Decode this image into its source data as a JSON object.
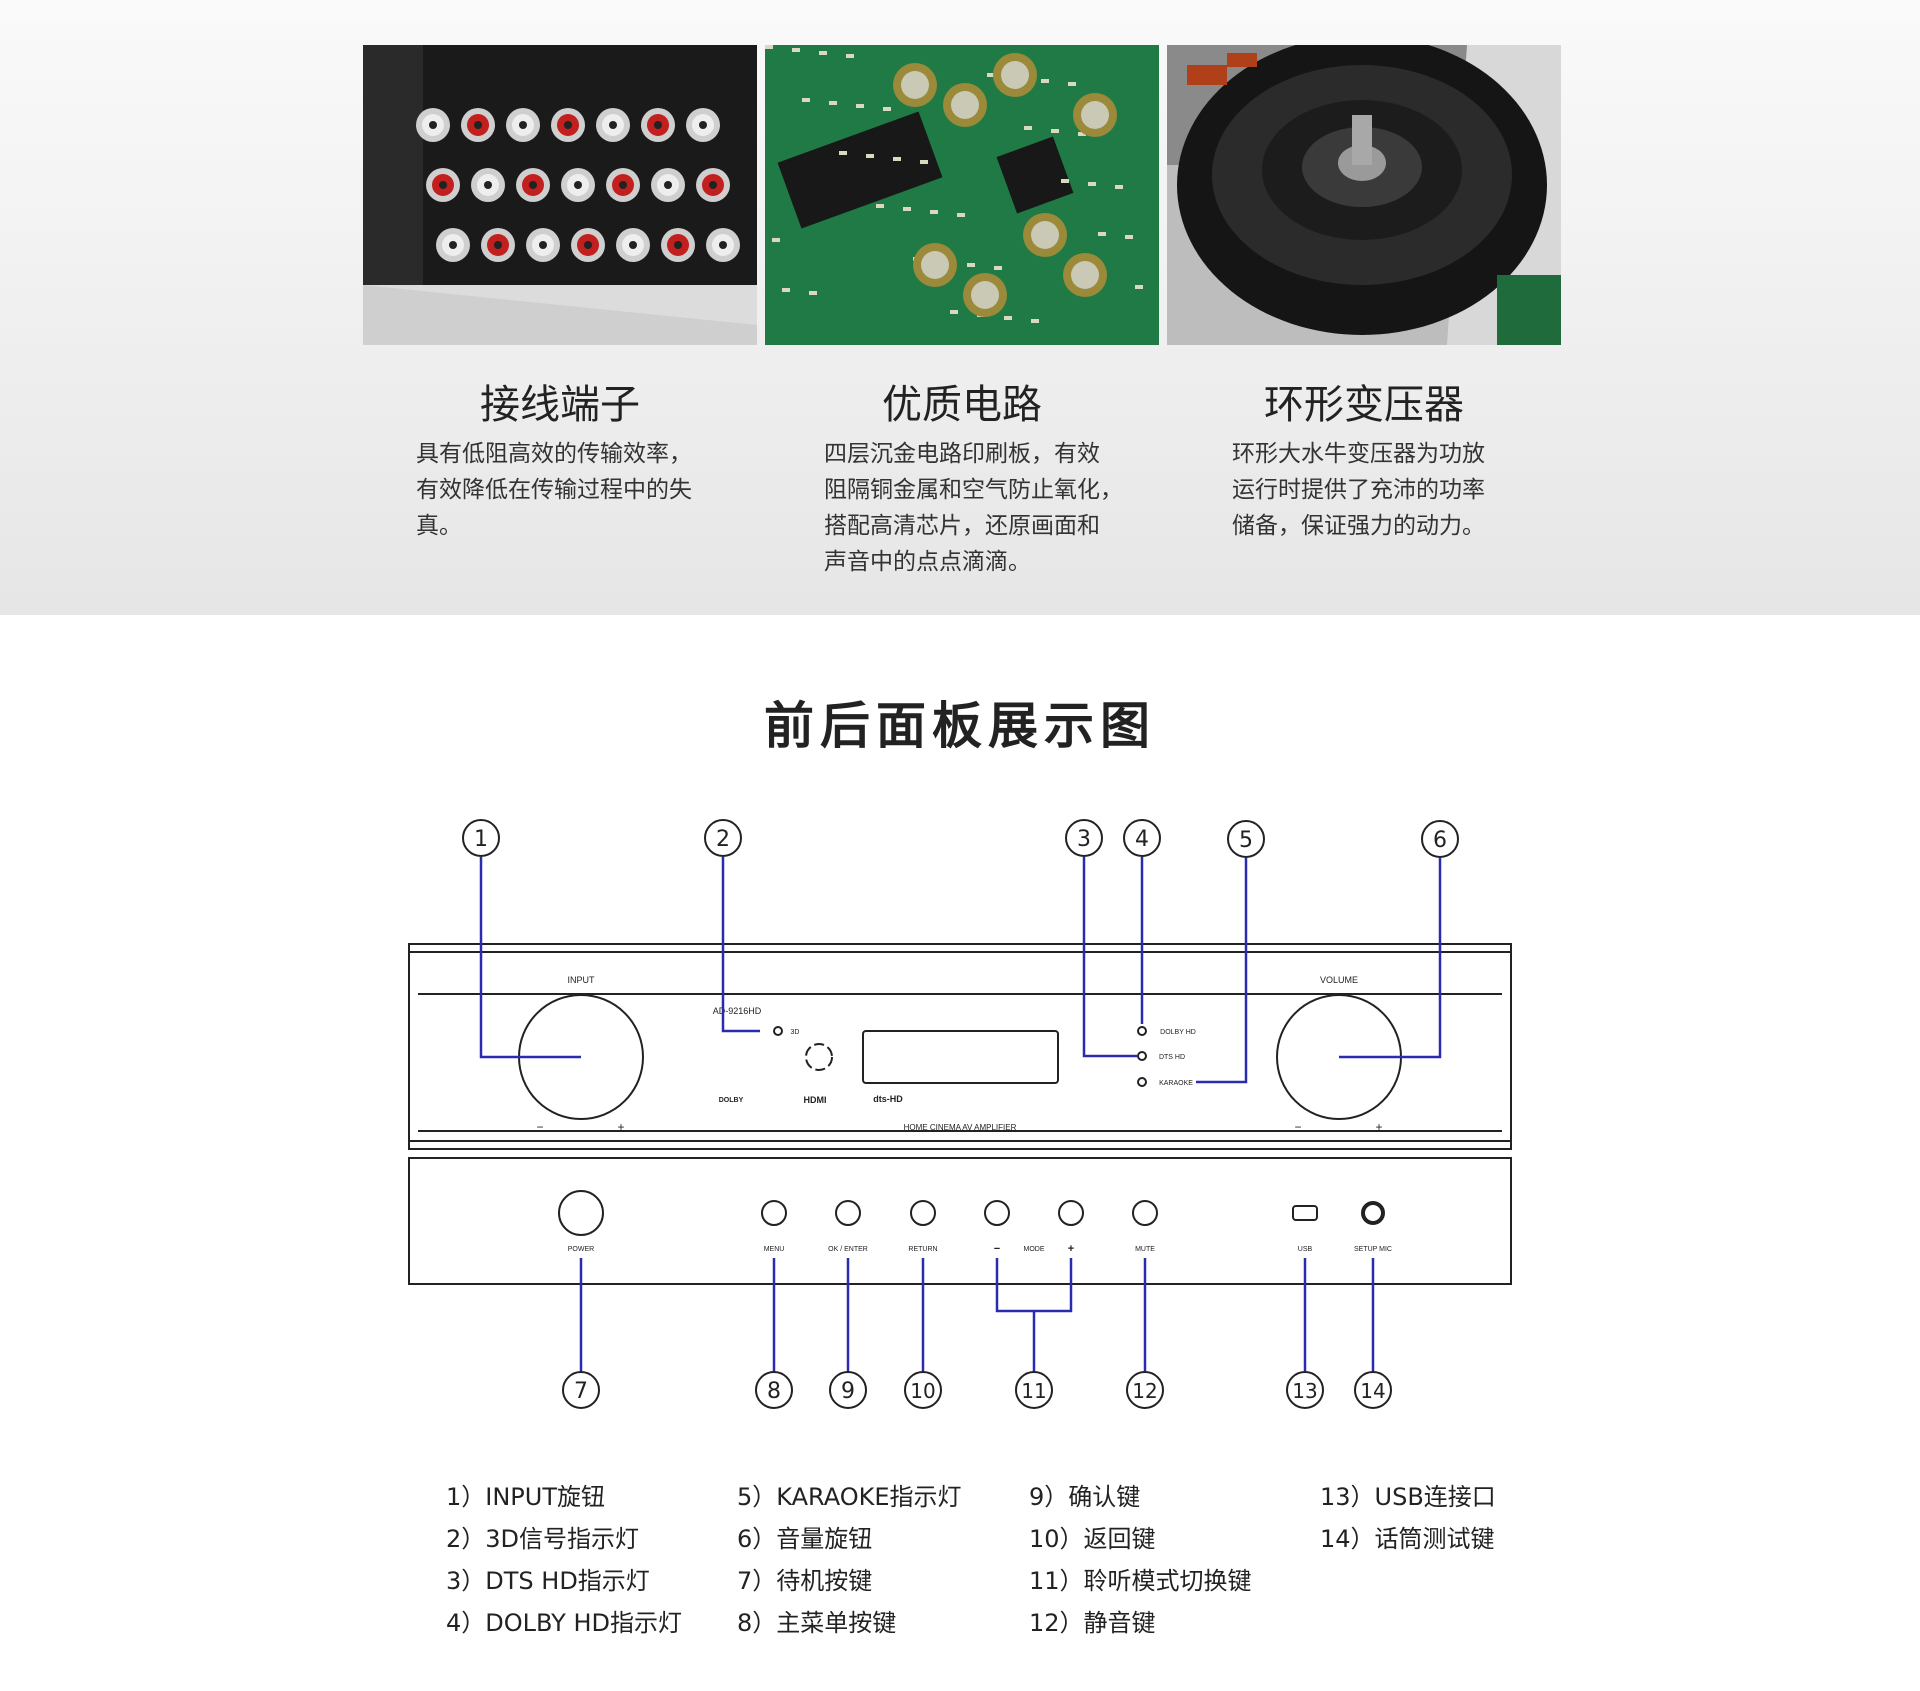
{
  "features": [
    {
      "title": "接线端子",
      "desc": "具有低阻高效的传输效率，有效降低在传输过程中的失真。",
      "desc_lines": [
        "具有低阻高效的传输效率，",
        "有效降低在传输过程中的失",
        "真。"
      ]
    },
    {
      "title": "优质电路",
      "desc_lines": [
        "四层沉金电路印刷板，有效",
        "阻隔铜金属和空气防止氧化，",
        "搭配高清芯片，还原画面和",
        "声音中的点点滴滴。"
      ]
    },
    {
      "title": "环形变压器",
      "desc_lines": [
        "环形大水牛变压器为功放",
        "运行时提供了充沛的功率",
        "储备，保证强力的动力。"
      ]
    }
  ],
  "section_title": "前后面板展示图",
  "panel": {
    "model": "AD-9216HD",
    "input_label": "INPUT",
    "volume_label": "VOLUME",
    "indicator_3d": "3D",
    "indicator_dolby": "DOLBY  HD",
    "indicator_dts": "DTS HD",
    "indicator_karaoke": "KARAOKE",
    "bottom_caption": "HOME CINEMA AV AMPLIFIER",
    "minus": "−",
    "plus": "+",
    "logo_hdmi": "HDMI",
    "logo_dolby": "DOLBY",
    "logo_dts": "dts-HD",
    "buttons": {
      "power": "POWER",
      "menu": "MENU",
      "ok": "OK / ENTER",
      "return": "RETURN",
      "mode": "MODE",
      "mute": "MUTE",
      "usb": "USB",
      "setup_mic": "SETUP MIC"
    },
    "callouts": [
      "1",
      "2",
      "3",
      "4",
      "5",
      "6",
      "7",
      "8",
      "9",
      "10",
      "11",
      "12",
      "13",
      "14"
    ]
  },
  "legend": [
    [
      "1）INPUT旋钮",
      "2）3D信号指示灯",
      "3）DTS HD指示灯",
      "4）DOLBY HD指示灯"
    ],
    [
      "5）KARAOKE指示灯",
      "6）音量旋钮",
      "7）待机按键",
      "8）主菜单按键"
    ],
    [
      "9）确认键",
      "10）返回键",
      "11）聆听模式切换键",
      "12）静音键"
    ],
    [
      "13）USB连接口",
      "14）话筒测试键"
    ]
  ],
  "colors": {
    "callout_line": "#2b2bb0",
    "panel_line": "#222222"
  },
  "photos": [
    "connector-terminals-photo",
    "circuit-board-photo",
    "toroidal-transformer-photo"
  ]
}
